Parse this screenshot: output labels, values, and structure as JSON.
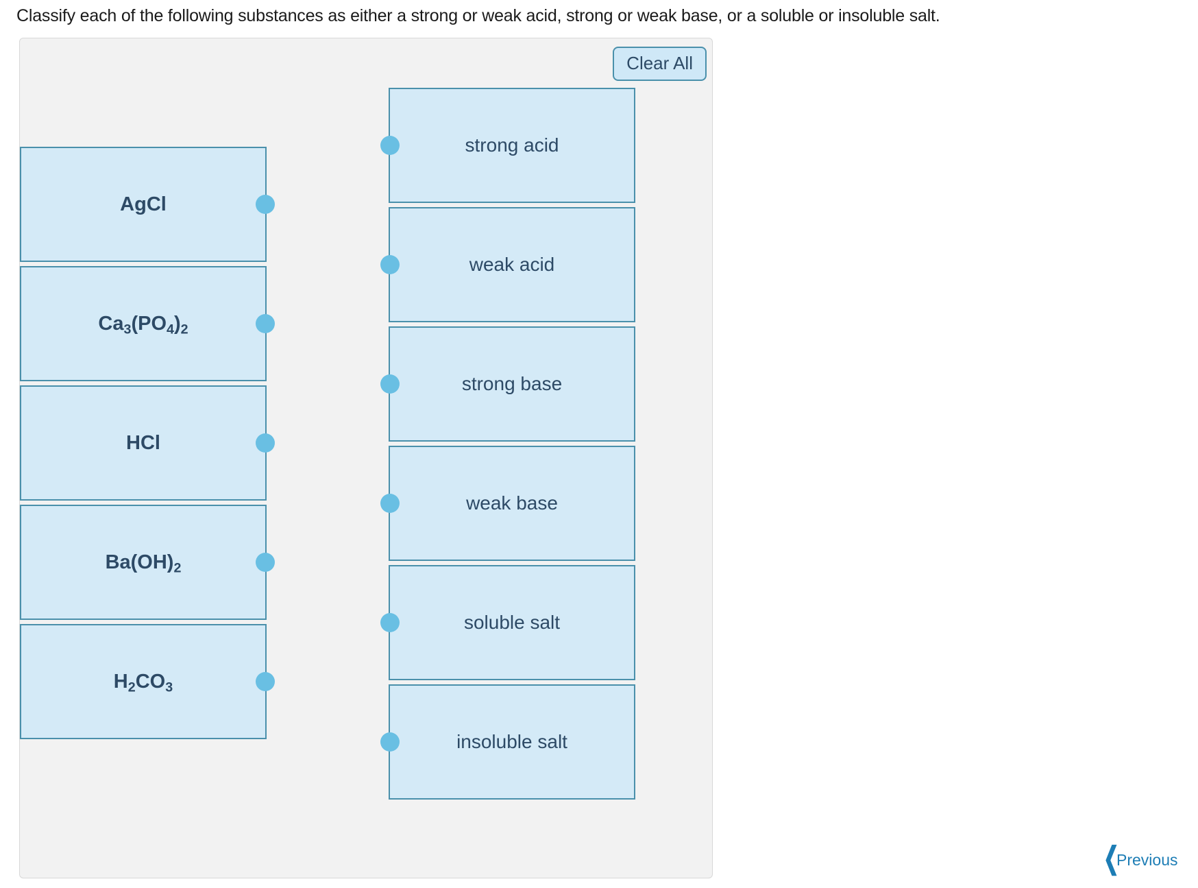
{
  "prompt": "Classify each of the following substances as either a strong or weak acid, strong or weak base, or a soluble or insoluble salt.",
  "toolbar": {
    "clear_all_label": "Clear All"
  },
  "colors": {
    "card_fill": "#d4eaf7",
    "card_border": "#4a90ab",
    "card_text": "#2d4a66",
    "connector_dot": "#69bfe3",
    "panel_background": "#f2f2f2",
    "link_blue": "#1d7db5",
    "button_fill": "#cfe8f7"
  },
  "substances": [
    {
      "formula_html": "AgCl",
      "plain": "AgCl"
    },
    {
      "formula_html": "Ca<sub>3</sub>(PO<sub>4</sub>)<sub>2</sub>",
      "plain": "Ca3(PO4)2"
    },
    {
      "formula_html": "HCl",
      "plain": "HCl"
    },
    {
      "formula_html": "Ba(OH)<sub>2</sub>",
      "plain": "Ba(OH)2"
    },
    {
      "formula_html": "H<sub>2</sub>CO<sub>3</sub>",
      "plain": "H2CO3"
    }
  ],
  "categories": [
    {
      "label": "strong acid"
    },
    {
      "label": "weak acid"
    },
    {
      "label": "strong base"
    },
    {
      "label": "weak base"
    },
    {
      "label": "soluble salt"
    },
    {
      "label": "insoluble salt"
    }
  ],
  "navigation": {
    "previous_label": "Previous",
    "previous_icon": "chevron-left-icon"
  }
}
